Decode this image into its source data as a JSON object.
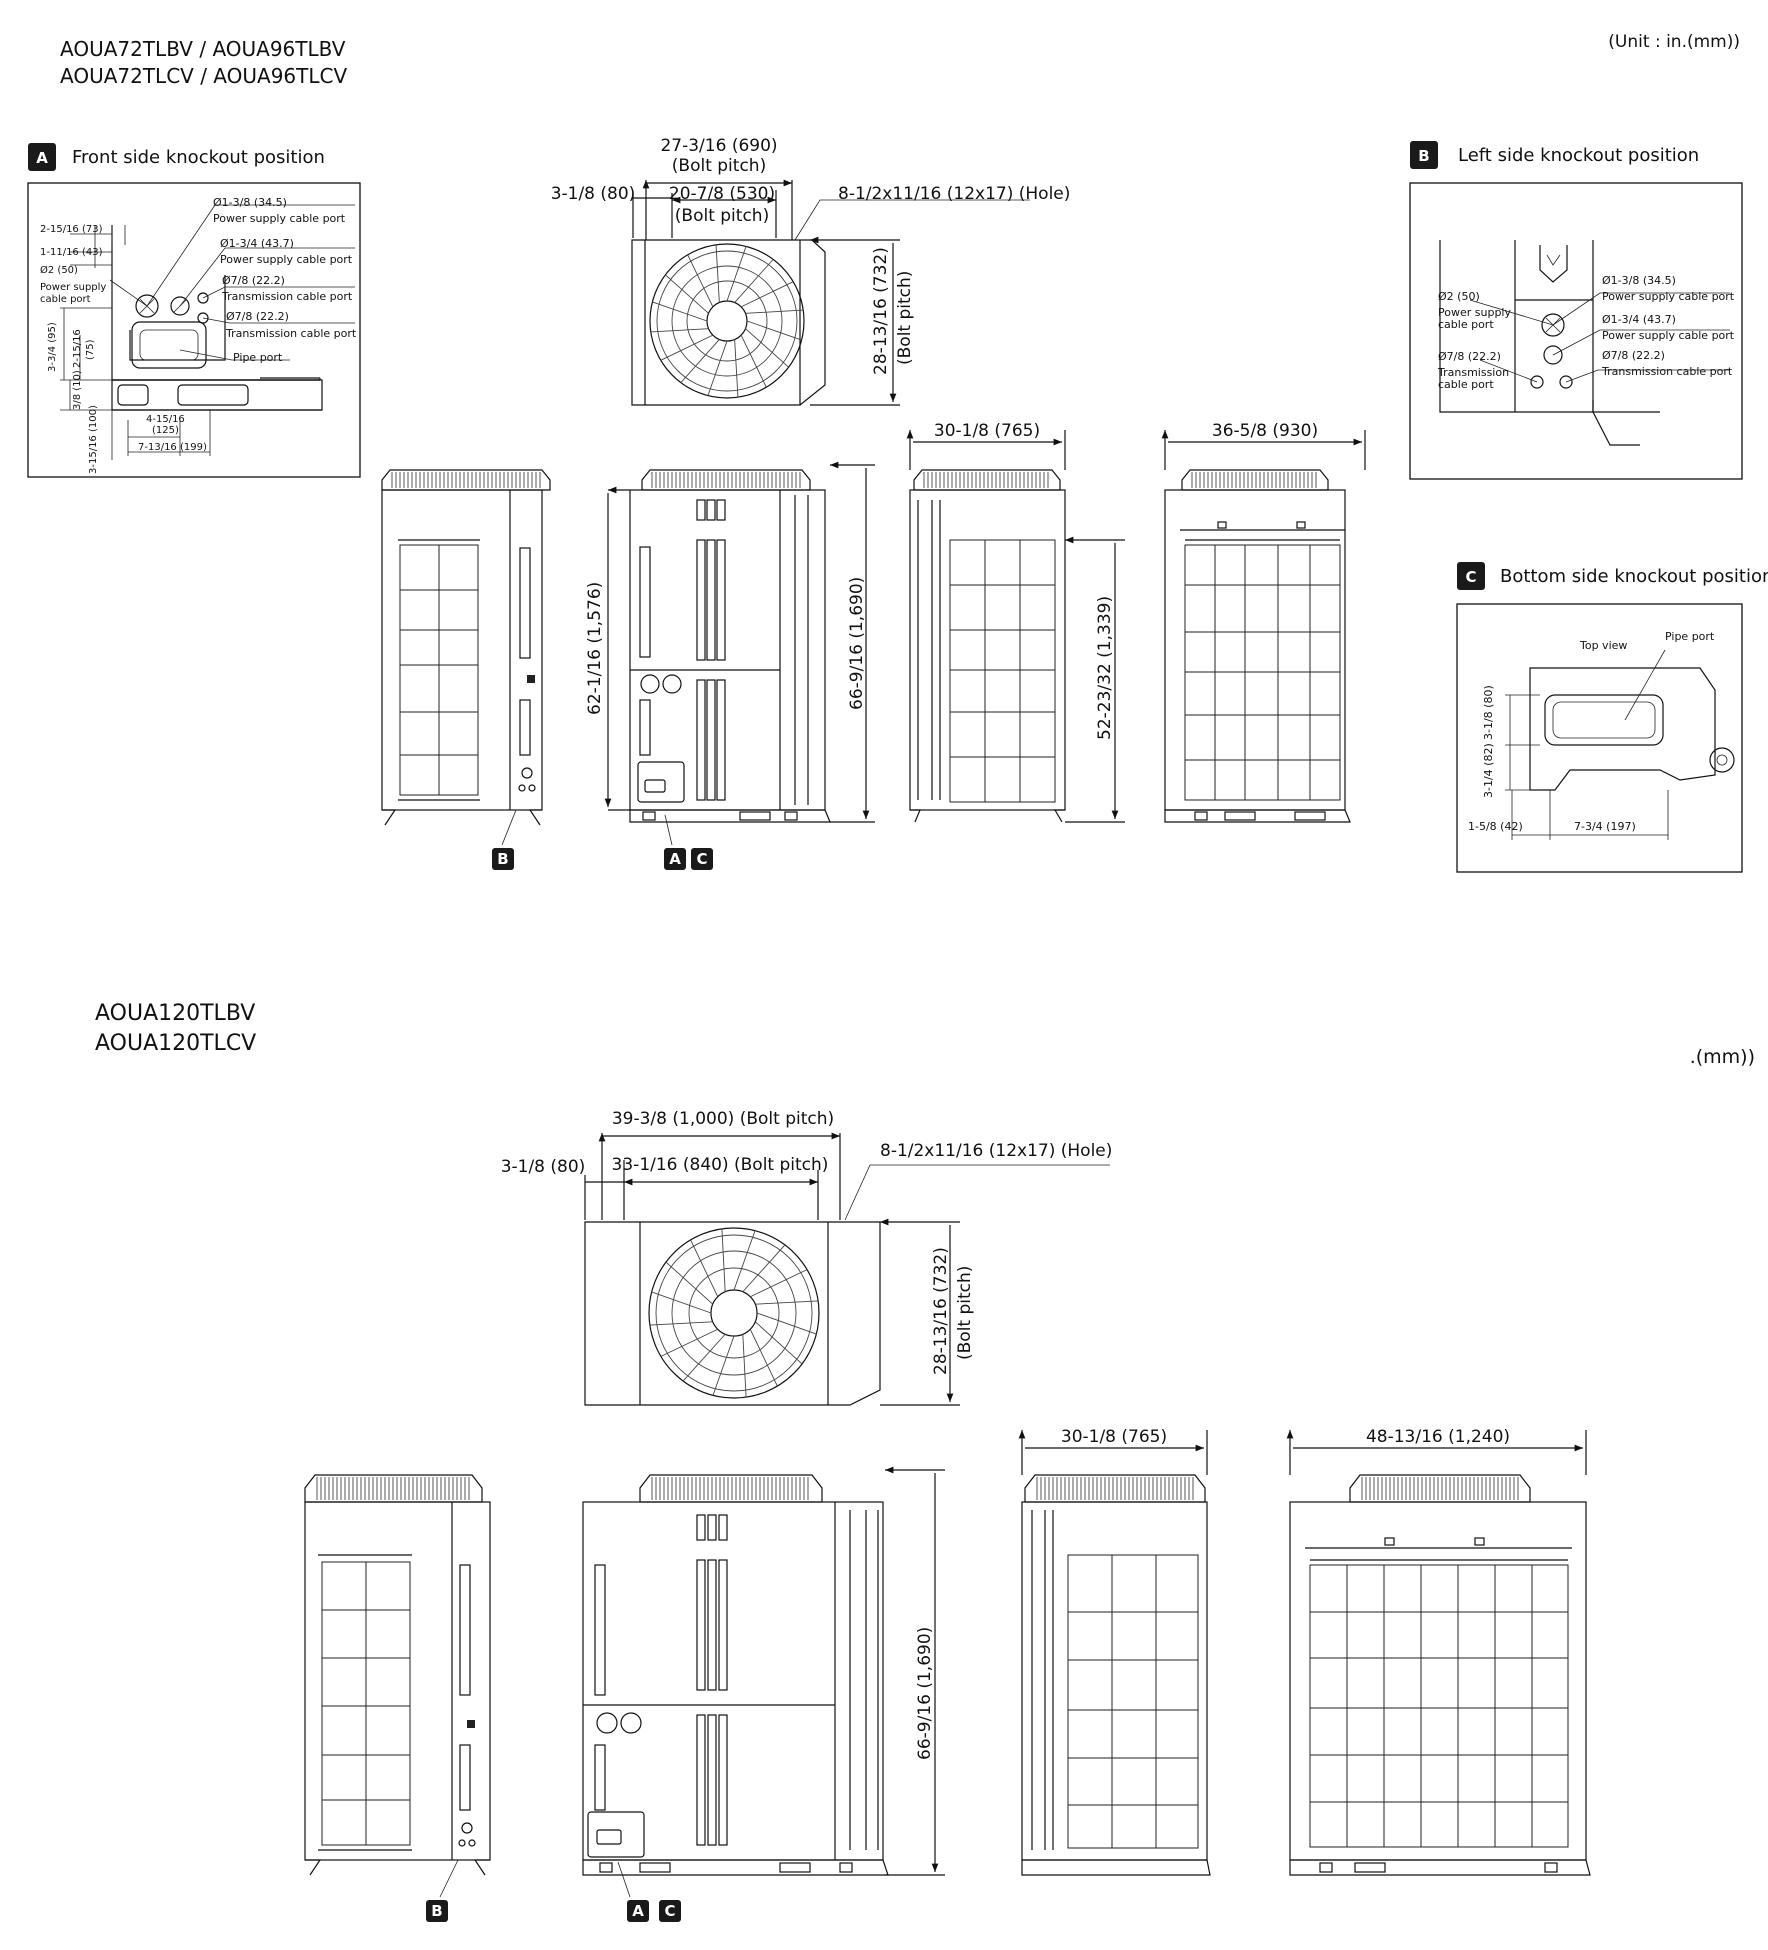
{
  "unit_note": "(Unit : in.(mm))",
  "unit_note_cut": ".(mm))",
  "section1": {
    "models": [
      "AOUA72TLBV / AOUA96TLBV",
      "AOUA72TLCV / AOUA96TLCV"
    ],
    "panel_a": {
      "badge": "A",
      "title": "Front side knockout position",
      "labels": {
        "d_power_small": "Ø1-3/8 (34.5)",
        "power_cable_1": "Power supply cable port",
        "d_power_large": "Ø1-3/4 (43.7)",
        "power_cable_2": "Power supply cable port",
        "d_trans_1": "Ø7/8 (22.2)",
        "trans_cable_1": "Transmission cable port",
        "d_trans_2": "Ø7/8 (22.2)",
        "trans_cable_2": "Transmission cable port",
        "pipe_port": "Pipe port",
        "dim_73": "2-15/16 (73)",
        "dim_43": "1-11/16 (43)",
        "d_50": "Ø2 (50)",
        "power_cable_3": "Power supply",
        "power_cable_3b": "cable port",
        "dim_95": "3-3/4 (95)",
        "dim_75a": "2-15/16",
        "dim_75b": "(75)",
        "dim_10": "3/8 (10)",
        "dim_100": "3-15/16 (100)",
        "dim_125a": "4-15/16",
        "dim_125b": "(125)",
        "dim_199": "7-13/16 (199)"
      }
    },
    "panel_b": {
      "badge": "B",
      "title": "Left side knockout position",
      "labels": {
        "d_50": "Ø2 (50)",
        "power_1": "Power supply",
        "power_1b": "cable port",
        "d_trans": "Ø7/8 (22.2)",
        "trans_1": "Transmission",
        "trans_1b": "cable  port",
        "d_34": "Ø1-3/8 (34.5)",
        "power_2": "Power supply cable port",
        "d_43": "Ø1-3/4 (43.7)",
        "power_3": "Power supply cable port",
        "d_22": "Ø7/8 (22.2)",
        "trans_2": "Transmission cable  port"
      }
    },
    "panel_c": {
      "badge": "C",
      "title": "Bottom side knockout position",
      "labels": {
        "top_view": "Top view",
        "pipe_port": "Pipe port",
        "dim_80": "3-1/8 (80)",
        "dim_82": "3-1/4 (82)",
        "dim_42": "1-5/8 (42)",
        "dim_197": "7-3/4 (197)"
      }
    },
    "top_view": {
      "bolt_pitch_690": "27-3/16 (690)",
      "bolt_pitch_690_sub": "(Bolt pitch)",
      "dim_80": "3-1/8 (80)",
      "bolt_pitch_530": "20-7/8 (530)",
      "bolt_pitch_530_sub": "(Bolt pitch)",
      "hole": "8-1/2x11/16 (12x17) (Hole)",
      "depth": "28-13/16 (732)",
      "depth_sub": "(Bolt pitch)"
    },
    "elevations": {
      "height_1576": "62-1/16 (1,576)",
      "height_1690": "66-9/16 (1,690)",
      "depth_765": "30-1/8 (765)",
      "height_1339": "52-23/32 (1,339)",
      "width_930": "36-5/8 (930)"
    },
    "markers": [
      "B",
      "A",
      "C"
    ]
  },
  "section2": {
    "models": [
      "AOUA120TLBV",
      "AOUA120TLCV"
    ],
    "top_view": {
      "bolt_pitch_1000": "39-3/8 (1,000) (Bolt pitch)",
      "dim_80": "3-1/8 (80)",
      "bolt_pitch_840": "33-1/16 (840) (Bolt pitch)",
      "hole": "8-1/2x11/16 (12x17) (Hole)",
      "depth": "28-13/16 (732)",
      "depth_sub": "(Bolt pitch)"
    },
    "elevations": {
      "height_1690": "66-9/16 (1,690)",
      "depth_765": "30-1/8 (765)",
      "width_1240": "48-13/16 (1,240)"
    },
    "markers": [
      "B",
      "A",
      "C"
    ]
  }
}
